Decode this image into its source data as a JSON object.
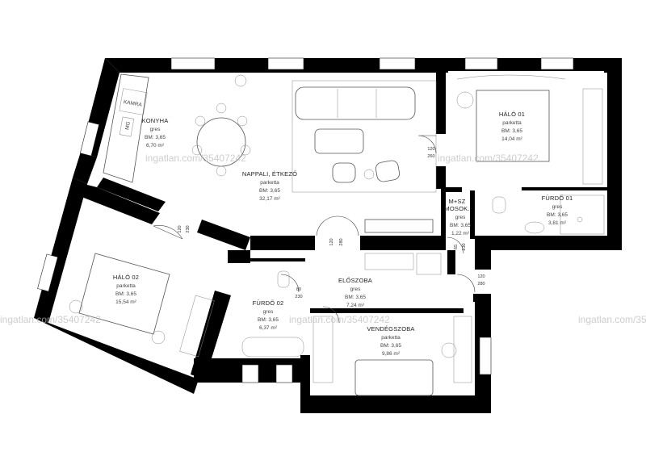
{
  "rooms": [
    {
      "id": "konyha",
      "name": "KONYHA",
      "floor": "gres",
      "height": "BM: 3,65",
      "area": "6,70 m²"
    },
    {
      "id": "nappali",
      "name": "NAPPALI, ÉTKEZŐ",
      "floor": "parketta",
      "height": "BM: 3,65",
      "area": "32,17 m²"
    },
    {
      "id": "halo01",
      "name": "HÁLÓ 01",
      "floor": "parketta",
      "height": "BM: 3,65",
      "area": "14,04 m²"
    },
    {
      "id": "furdo01",
      "name": "FÜRDŐ 01",
      "floor": "gres",
      "height": "BM: 3,65",
      "area": "3,81 m²"
    },
    {
      "id": "msz",
      "name": "M+SZ",
      "name2": "MOSOK.",
      "floor": "gres",
      "height": "BM: 3,65",
      "area": "1,22 m²"
    },
    {
      "id": "halo02",
      "name": "HÁLÓ 02",
      "floor": "parketta",
      "height": "BM: 3,65",
      "area": "15,54 m²"
    },
    {
      "id": "eloszoba",
      "name": "ELŐSZOBA",
      "floor": "gres",
      "height": "BM: 3,65",
      "area": "7,24 m²"
    },
    {
      "id": "furdo02",
      "name": "FÜRDŐ 02",
      "floor": "gres",
      "height": "BM: 3,65",
      "area": "6,37 m²"
    },
    {
      "id": "vendeg",
      "name": "VENDÉGSZOBA",
      "floor": "parketta",
      "height": "BM: 3,65",
      "area": "9,86 m²"
    }
  ],
  "fixtures": {
    "kamra": "KAMRA",
    "mg": "MG"
  },
  "dimensions": [
    {
      "id": "d1",
      "top": "120",
      "bottom": "260"
    },
    {
      "id": "d2",
      "top": "120",
      "bottom": "280"
    },
    {
      "id": "d3",
      "top": "120",
      "bottom": "280"
    },
    {
      "id": "d4",
      "top": "80",
      "bottom": "230"
    },
    {
      "id": "d5",
      "top": "120",
      "bottom": "230"
    },
    {
      "id": "d6",
      "top": "65",
      "bottom": "230"
    }
  ],
  "watermark": "ingatlan.com/35407242",
  "colors": {
    "wall": "#000000",
    "line": "#555555",
    "watermark": "#bdbdbd"
  }
}
